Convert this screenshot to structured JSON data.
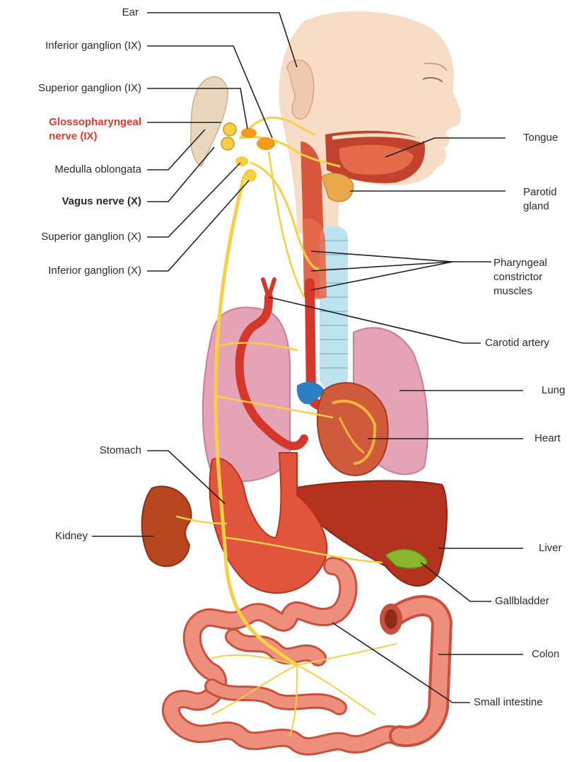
{
  "colors": {
    "skin": "#f7dcc6",
    "skin_shade": "#e9bfa2",
    "muscle": "#e2553d",
    "muscle_dark": "#b8321f",
    "artery": "#d5372a",
    "lung": "#e5a3b6",
    "lung_dark": "#c97e95",
    "liver": "#b3331f",
    "gallbladder": "#8bb62d",
    "kidney": "#b8461f",
    "nerve": "#f7cf45",
    "nerve_dark": "#e8a21d",
    "trachea": "#bfe3ee",
    "vein_blue": "#2b7fc2",
    "heart": "#cf5b3c",
    "intestine": "#ee8f7e",
    "bone": "#e8d7bd",
    "leader": "#222222",
    "highlight_red": "#e23a2c"
  },
  "labels": {
    "ear": "Ear",
    "inferior_ganglion_ix": "Inferior ganglion (IX)",
    "superior_ganglion_ix": "Superior ganglion (IX)",
    "glossopharyngeal_line1": "Glossopharyngeal",
    "glossopharyngeal_line2": "nerve (IX)",
    "medulla": "Medulla oblongata",
    "vagus": "Vagus nerve (X)",
    "superior_ganglion_x": "Superior ganglion (X)",
    "inferior_ganglion_x": "Inferior ganglion (X)",
    "stomach": "Stomach",
    "kidney": "Kidney",
    "tongue": "Tongue",
    "parotid_line1": "Parotid",
    "parotid_line2": "gland",
    "pharyngeal_line1": "Pharyngeal",
    "pharyngeal_line2": "constrictor",
    "pharyngeal_line3": "muscles",
    "carotid": "Carotid artery",
    "lung": "Lung",
    "heart": "Heart",
    "liver": "Liver",
    "gallbladder": "Gallbladder",
    "colon": "Colon",
    "small_intestine": "Small intestine"
  }
}
